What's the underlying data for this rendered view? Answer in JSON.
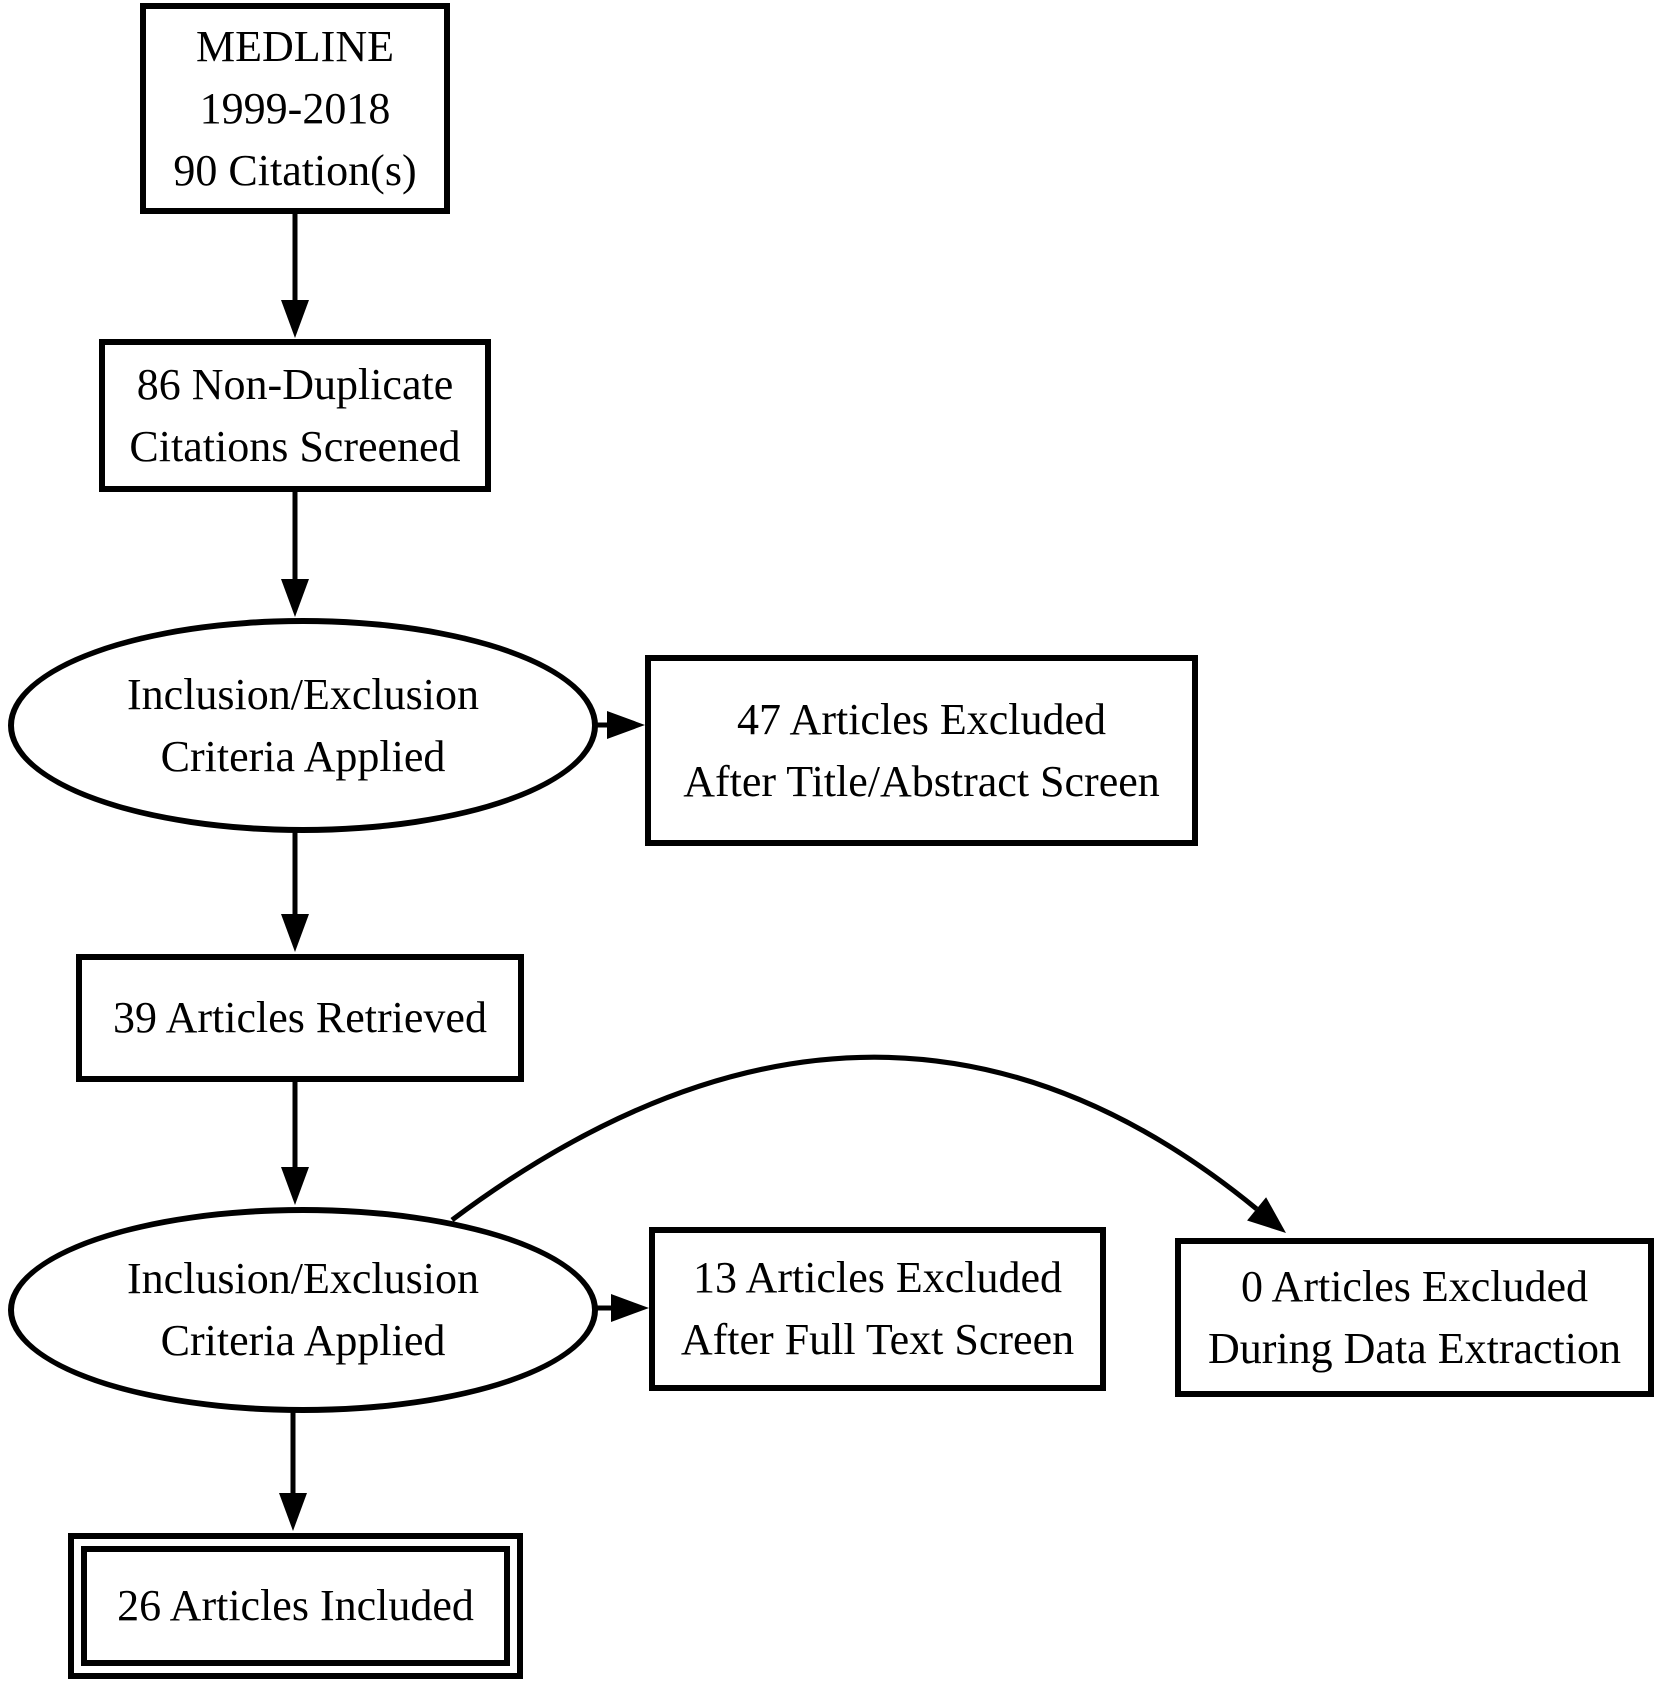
{
  "diagram": {
    "type": "flowchart",
    "description": "Literature screening flow diagram (PRISMA-style)",
    "colors": {
      "line": "#000000",
      "background": "#ffffff",
      "text": "#000000"
    },
    "nodes": {
      "source": {
        "shape": "rectangle",
        "lines": [
          "MEDLINE",
          "1999-2018",
          "90 Citation(s)"
        ]
      },
      "screened": {
        "shape": "rectangle",
        "lines": [
          "86 Non-Duplicate",
          "Citations Screened"
        ]
      },
      "criteria1": {
        "shape": "ellipse",
        "lines": [
          "Inclusion/Exclusion",
          "Criteria Applied"
        ]
      },
      "excluded_title_abstract": {
        "shape": "rectangle",
        "lines": [
          "47 Articles Excluded",
          "After Title/Abstract Screen"
        ]
      },
      "retrieved": {
        "shape": "rectangle",
        "lines": [
          "39 Articles Retrieved"
        ]
      },
      "criteria2": {
        "shape": "ellipse",
        "lines": [
          "Inclusion/Exclusion",
          "Criteria Applied"
        ]
      },
      "excluded_full_text": {
        "shape": "rectangle",
        "lines": [
          "13 Articles Excluded",
          "After Full Text Screen"
        ]
      },
      "excluded_data_extraction": {
        "shape": "rectangle",
        "lines": [
          "0 Articles Excluded",
          "During Data Extraction"
        ]
      },
      "included": {
        "shape": "double-rectangle",
        "lines": [
          "26 Articles Included"
        ]
      }
    },
    "edges": [
      {
        "from": "source",
        "to": "screened",
        "style": "straight-arrow"
      },
      {
        "from": "screened",
        "to": "criteria1",
        "style": "straight-arrow"
      },
      {
        "from": "criteria1",
        "to": "excluded_title_abstract",
        "style": "straight-arrow"
      },
      {
        "from": "criteria1",
        "to": "retrieved",
        "style": "straight-arrow"
      },
      {
        "from": "retrieved",
        "to": "criteria2",
        "style": "straight-arrow"
      },
      {
        "from": "criteria2",
        "to": "excluded_full_text",
        "style": "straight-arrow"
      },
      {
        "from": "criteria2",
        "to": "excluded_data_extraction",
        "style": "curved-arrow"
      },
      {
        "from": "criteria2",
        "to": "included",
        "style": "straight-arrow"
      }
    ]
  }
}
